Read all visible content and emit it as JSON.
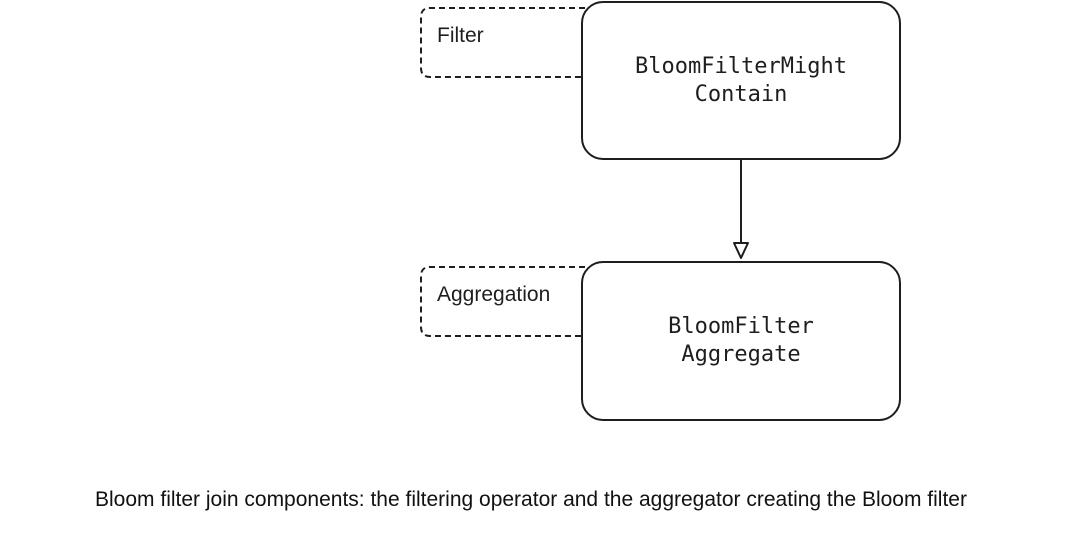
{
  "diagram": {
    "nodes": [
      {
        "id": "might-contain",
        "label": "BloomFilterMight\nContain",
        "tag": "Filter"
      },
      {
        "id": "aggregate",
        "label": "BloomFilter\nAggregate",
        "tag": "Aggregation"
      }
    ],
    "edges": [
      {
        "from": "might-contain",
        "to": "aggregate"
      }
    ]
  },
  "caption": "Bloom filter join components: the filtering operator and the aggregator creating the Bloom filter",
  "colors": {
    "stroke": "#1e1e1e",
    "background": "#ffffff"
  }
}
